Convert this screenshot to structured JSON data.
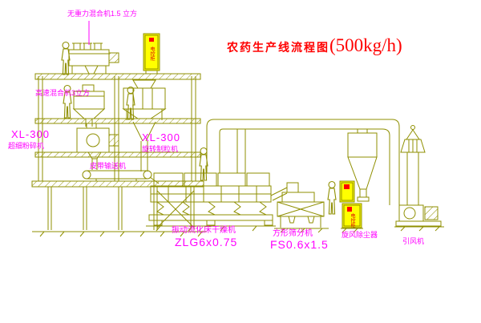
{
  "title": {
    "main": "农药生产线流程图",
    "capacity": "(500kg/h)"
  },
  "labels": {
    "gravity_mixer": "无重力混合机1.5 立方",
    "high_speed_mixer": "高速混合机3立方",
    "pulverizer_model": "XL-300",
    "pulverizer_name": "超细粉碎机",
    "granulator_model": "XL-300",
    "granulator_name": "旋转制粒机",
    "belt_conveyor": "皮带输送机",
    "dryer_name": "振动流化床干燥机",
    "dryer_model": "ZLG6x0.75",
    "sifter_name": "方形筛分机",
    "sifter_model": "FS0.6x1.5",
    "cyclone": "旋风除尘器",
    "fan": "引风机",
    "cabinet": "电控柜"
  },
  "colors": {
    "line": "#8f8f00",
    "label": "#ff00ff",
    "title": "#ff0000",
    "cabinet_fill": "#ffff00",
    "background": "#ffffff"
  }
}
